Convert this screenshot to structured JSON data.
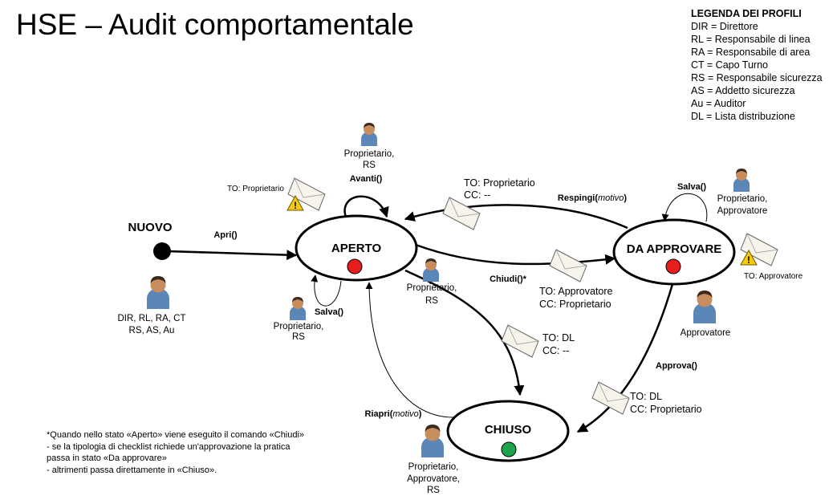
{
  "title": "HSE – Audit comportamentale",
  "legend": {
    "heading": "LEGENDA DEI PROFILI",
    "items": [
      "DIR = Direttore",
      "RL = Responsabile di linea",
      "RA = Responsabile di area",
      "CT = Capo Turno",
      "RS = Responsabile sicurezza",
      "AS = Addetto sicurezza",
      "Au = Auditor",
      "DL = Lista distribuzione"
    ]
  },
  "states": {
    "nuovo": "NUOVO",
    "aperto": "APERTO",
    "da_approvare": "DA APPROVARE",
    "chiuso": "CHIUSO"
  },
  "state_colors": {
    "aperto": "#e81d1d",
    "da_approvare": "#e81d1d",
    "chiuso": "#1ea44b"
  },
  "commands": {
    "apri": "Apri()",
    "avanti": "Avanti()",
    "salva": "Salva()",
    "salva_da": "Salva()",
    "chiudi": "Chiudi()*",
    "respingi": "Respingi(",
    "respingi_arg": "motivo",
    "approva": "Approva()",
    "riapri": "Riapri(",
    "riapri_arg": "motivo"
  },
  "actors": {
    "nuovo": [
      "DIR, RL, RA, CT",
      "RS, AS, Au"
    ],
    "avanti": [
      "Proprietario,",
      "RS"
    ],
    "salva": [
      "Proprietario,",
      "RS"
    ],
    "chiudi": [
      "Proprietario,",
      "RS"
    ],
    "da_approvare_salva": [
      "Proprietario,",
      "Approvatore"
    ],
    "approva": [
      "Approvatore"
    ],
    "chiuso": [
      "Proprietario,",
      "Approvatore,",
      "RS"
    ]
  },
  "mails": {
    "aperto_self": "TO: Proprietario",
    "respingi": [
      "TO: Proprietario",
      "CC: --"
    ],
    "approvare": [
      "TO: Approvatore",
      "CC: Proprietario"
    ],
    "chiudi": [
      "TO: DL",
      "CC: --"
    ],
    "approva": [
      "TO: DL",
      "CC: Proprietario"
    ],
    "da_approvare_self": "TO: Approvatore"
  },
  "note": [
    "*Quando nello stato «Aperto» viene eseguito il comando «Chiudi»",
    "- se la tipologia di checklist richiede un'approvazione la pratica",
    "passa in stato «Da approvare»",
    "- altrimenti passa direttamente in «Chiuso»."
  ]
}
